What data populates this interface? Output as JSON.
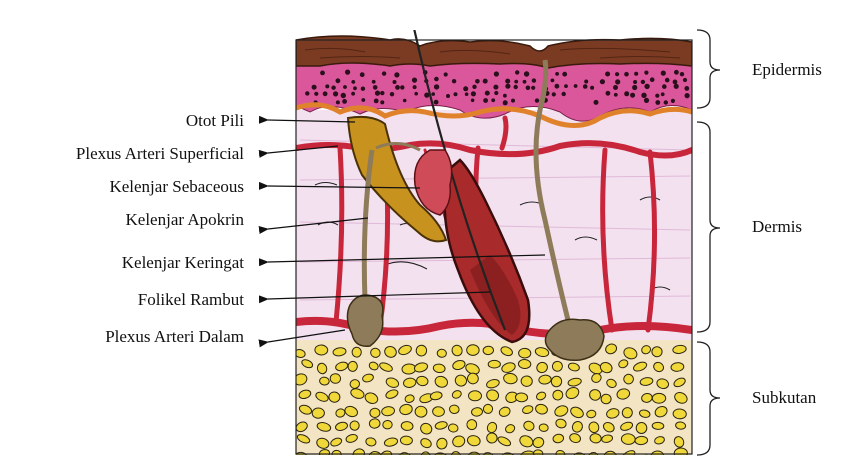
{
  "left_labels": [
    {
      "key": "otot_pili",
      "text": "Otot Pili"
    },
    {
      "key": "plexus_superficial",
      "text": "Plexus Arteri Superficial"
    },
    {
      "key": "kelenjar_sebaceous",
      "text": "Kelenjar Sebaceous"
    },
    {
      "key": "kelenjar_apokrin",
      "text": "Kelenjar Apokrin"
    },
    {
      "key": "kelenjar_keringat",
      "text": "Kelenjar Keringat"
    },
    {
      "key": "folikel_rambut",
      "text": "Folikel Rambut"
    },
    {
      "key": "plexus_dalam",
      "text": "Plexus Arteri Dalam"
    }
  ],
  "right_labels": [
    {
      "key": "epidermis",
      "text": "Epidermis"
    },
    {
      "key": "dermis",
      "text": "Dermis"
    },
    {
      "key": "subkutan",
      "text": "Subkutan"
    }
  ],
  "colors": {
    "stratum_corneum": "#7a3b22",
    "epidermis_pink": "#d9579a",
    "dermis": "#f3e1ef",
    "fat_bg": "#f3e4c4",
    "fat_cells": "#f0d83a",
    "artery": "#c8263a",
    "muscle": "#c8921e",
    "follicle": "#a82a2a",
    "gland": "#8e7b5a"
  }
}
